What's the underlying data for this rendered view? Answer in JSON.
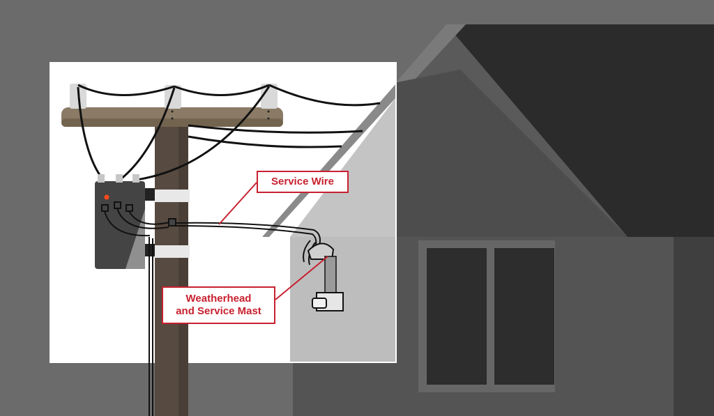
{
  "labels": {
    "service_wire": "Service Wire",
    "weatherhead_line1": "Weatherhead",
    "weatherhead_line2": "and Service Mast"
  },
  "colors": {
    "background": "#6b6b6b",
    "panel": "#ffffff",
    "accent_red": "#c8202f",
    "pole": "#574a40",
    "crossarm": "#8a7a66",
    "roof_dark": "#2a2a2a",
    "house_wall": "#4f4f4f",
    "transformer": "#444444",
    "wire": "#111111"
  },
  "icons": [
    "utility-pole",
    "transformer",
    "insulator",
    "service-wire",
    "weatherhead",
    "electric-meter",
    "house"
  ]
}
